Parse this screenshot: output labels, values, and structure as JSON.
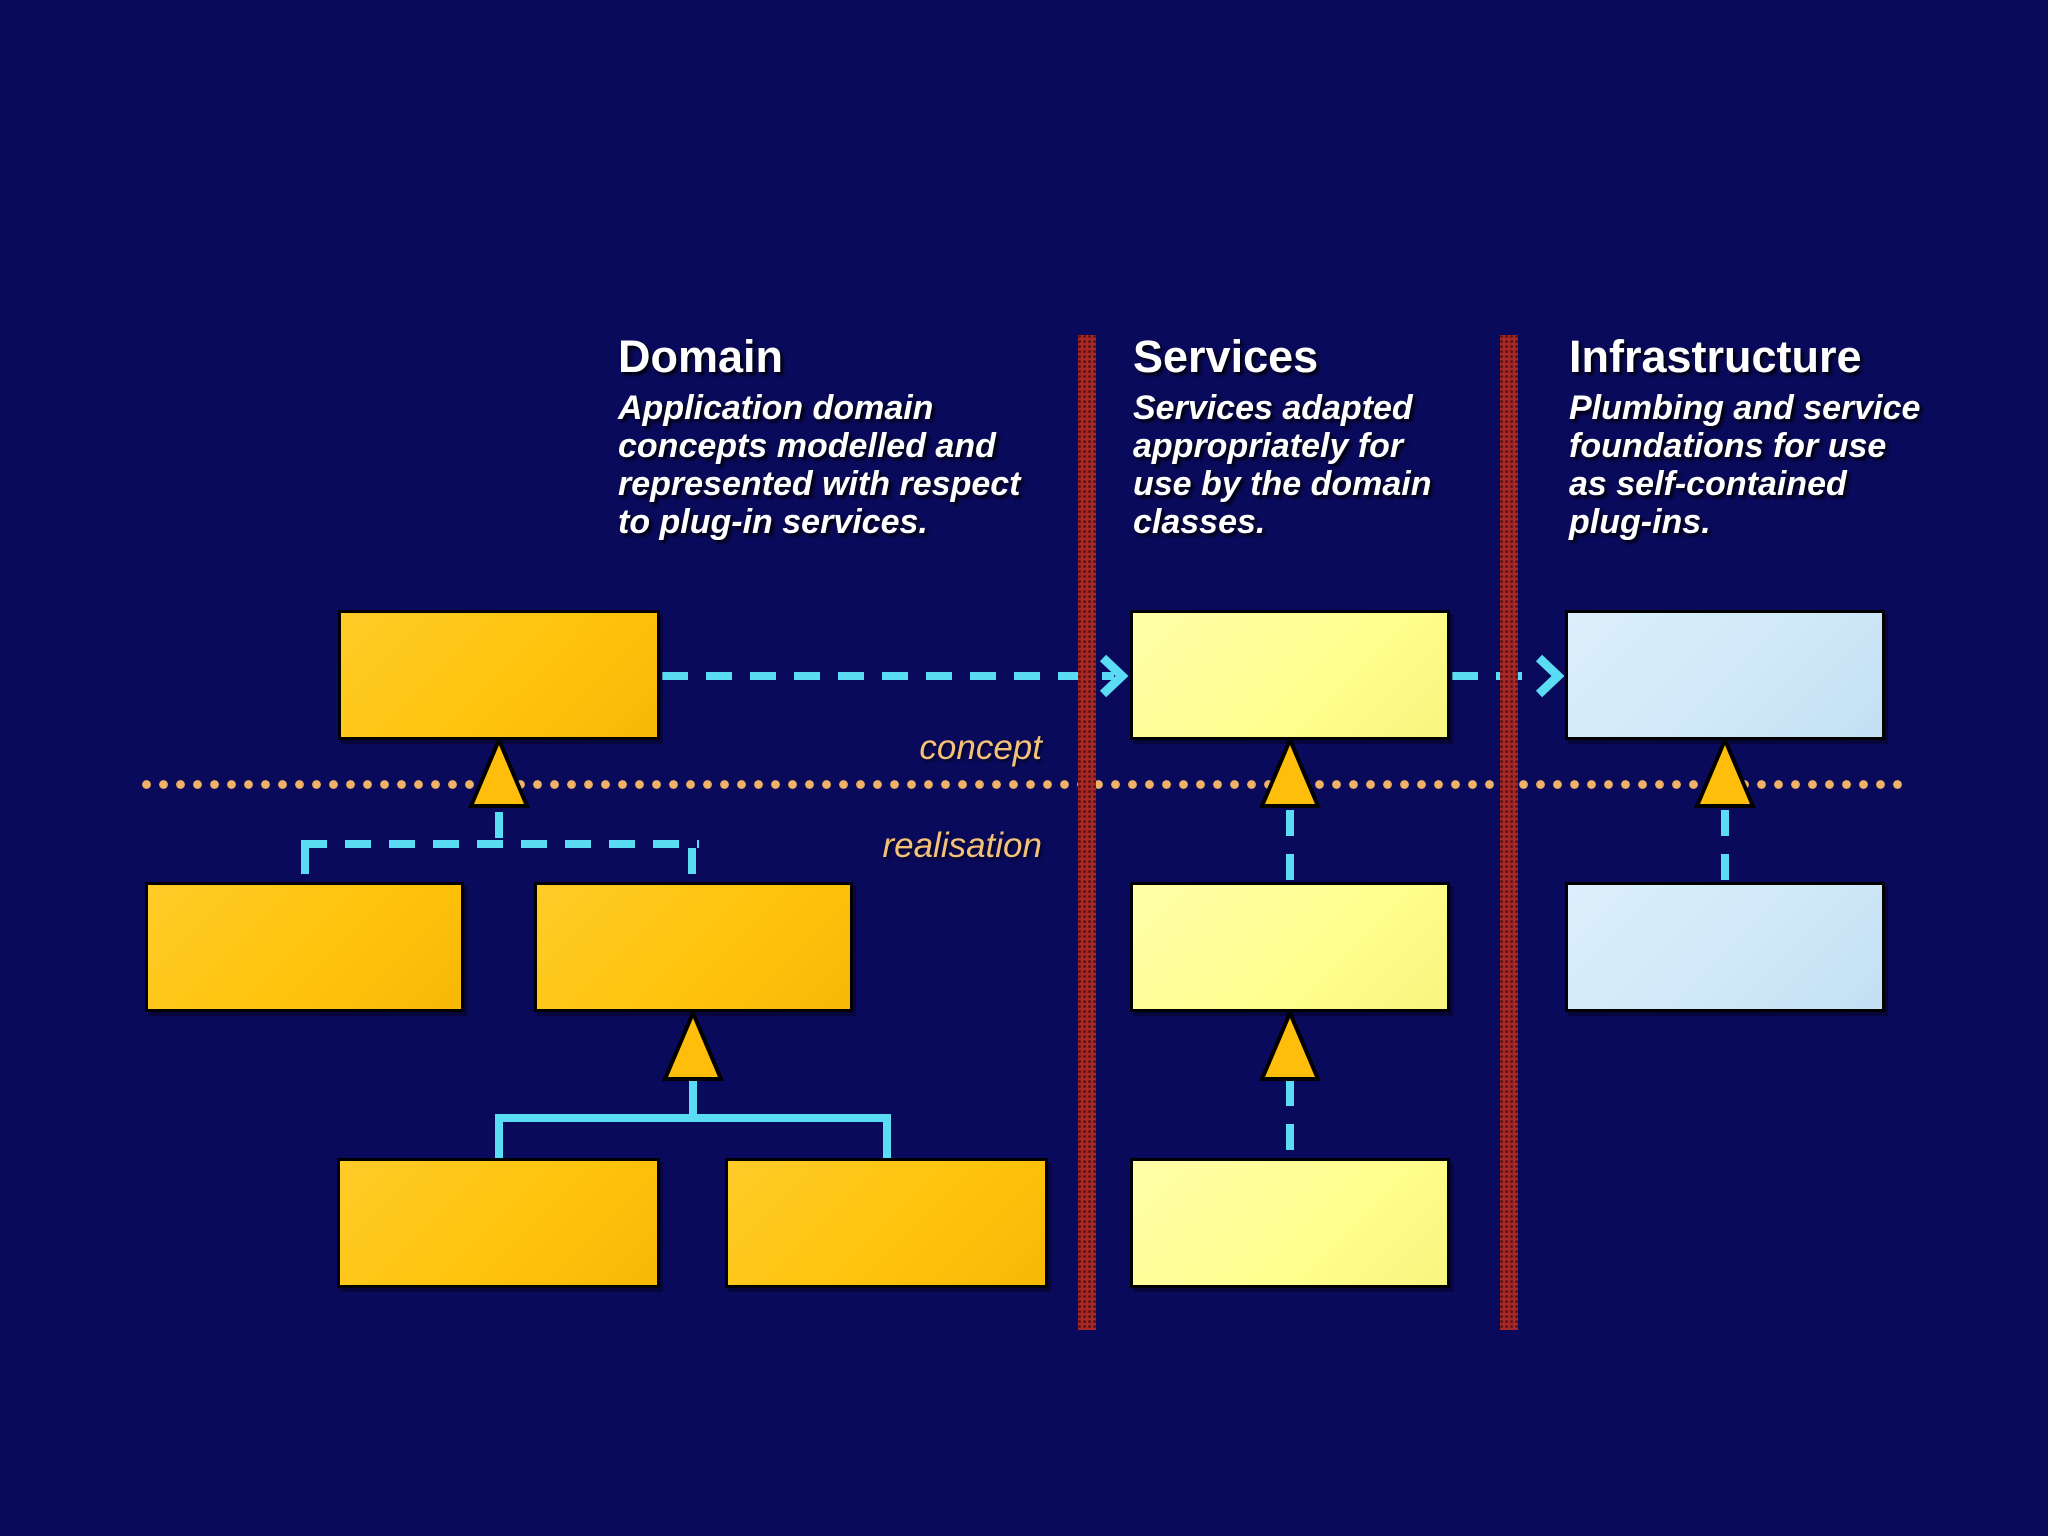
{
  "columns": [
    {
      "id": "domain",
      "title": "Domain",
      "description": "Application domain\nconcepts modelled and\nrepresented with respect\nto plug-in services."
    },
    {
      "id": "services",
      "title": "Services",
      "description": "Services adapted\nappropriately for\nuse by the domain\nclasses."
    },
    {
      "id": "infrastructure",
      "title": "Infrastructure",
      "description": "Plumbing and service\nfoundations for use\nas self-contained\nplug-ins."
    }
  ],
  "divider": {
    "concept_label": "concept",
    "realisation_label": "realisation"
  },
  "colors": {
    "background": "#0A0A5C",
    "domain_box": "#FFC40D",
    "services_box": "#FFFF8F",
    "infrastructure_box": "#CFE8F8",
    "connector_cyan": "#5BDCF5",
    "divider_dots": "#F0B266",
    "axis_label_text": "#F3C177",
    "separator_bar_red": "#A82828",
    "heading_text": "#FFFFFF"
  }
}
